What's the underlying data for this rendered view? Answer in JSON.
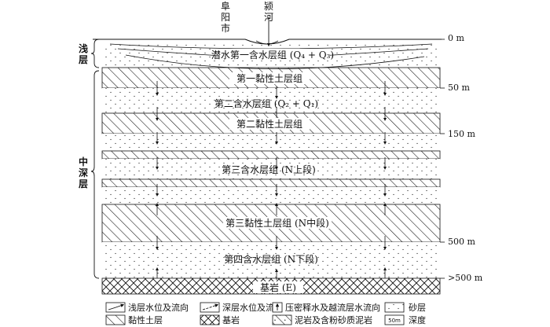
{
  "top_labels": {
    "city": [
      "阜",
      "阳",
      "市"
    ],
    "river": [
      "颍",
      "河"
    ]
  },
  "depth_labels": [
    "0 m",
    "50 m",
    "150 m",
    "500 m",
    ">500 m"
  ],
  "zone_labels": {
    "shallow": [
      "浅",
      "层"
    ],
    "middle_deep": [
      "中",
      "深",
      "层"
    ]
  },
  "layers": {
    "phreatic_aquifer": "潜水第一含水层组 (Q₄ + Q₃)",
    "clay_1": "第一黏性土层组",
    "aquifer_2": "第二含水层组 (Q₂ + Q₁)",
    "clay_2": "第二黏性土层组",
    "aquifer_3": "第三含水层组 (N上段)",
    "clay_3": "第三黏性土层组 (N中段)",
    "aquifer_4": "第四含水层组 (N下段)",
    "bedrock": "基岩 (E)"
  },
  "legend": [
    {
      "key": "shallow-flow",
      "label": "浅层水位及流向"
    },
    {
      "key": "deep-flow",
      "label": "深层水位及流向"
    },
    {
      "key": "leakage",
      "label": "压密释水及越流层水流向"
    },
    {
      "key": "sand",
      "label": "砂层"
    },
    {
      "key": "clay",
      "label": "黏性土层"
    },
    {
      "key": "bedrock",
      "label": "基岩"
    },
    {
      "key": "mudstone",
      "label": "泥岩及含粉砂质泥岩"
    },
    {
      "key": "depth",
      "label": "深度",
      "symbol_text": "50m"
    }
  ],
  "colors": {
    "ink": "#111111",
    "background": "#ffffff"
  }
}
